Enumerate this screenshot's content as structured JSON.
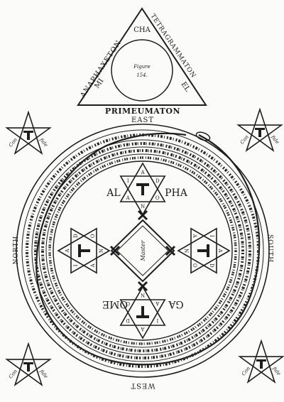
{
  "triangle": {
    "top": "CHA",
    "left_inner": "MI",
    "right_inner": "EL",
    "figure_caption_1": "Figure",
    "figure_caption_2": "154.",
    "left_side": "ANAPHAXETON",
    "right_side": "TETRAGRAMMATON",
    "base": "PRIMEUMATON"
  },
  "directions": {
    "east": "EAST",
    "west": "WEST",
    "north": "NORTH",
    "south": "SOUTH"
  },
  "center": {
    "alpha_left": "AL",
    "alpha_right": "PHA",
    "omega_left": "OME",
    "omega_right": "GA",
    "master": "Master",
    "hex_letters": [
      "A",
      "D",
      "O",
      "N",
      "A",
      "I"
    ]
  },
  "pentagrams": {
    "words": [
      "Con",
      "fide"
    ]
  },
  "colors": {
    "ink": "#1e1e1e",
    "paper": "#fbfbfa"
  }
}
